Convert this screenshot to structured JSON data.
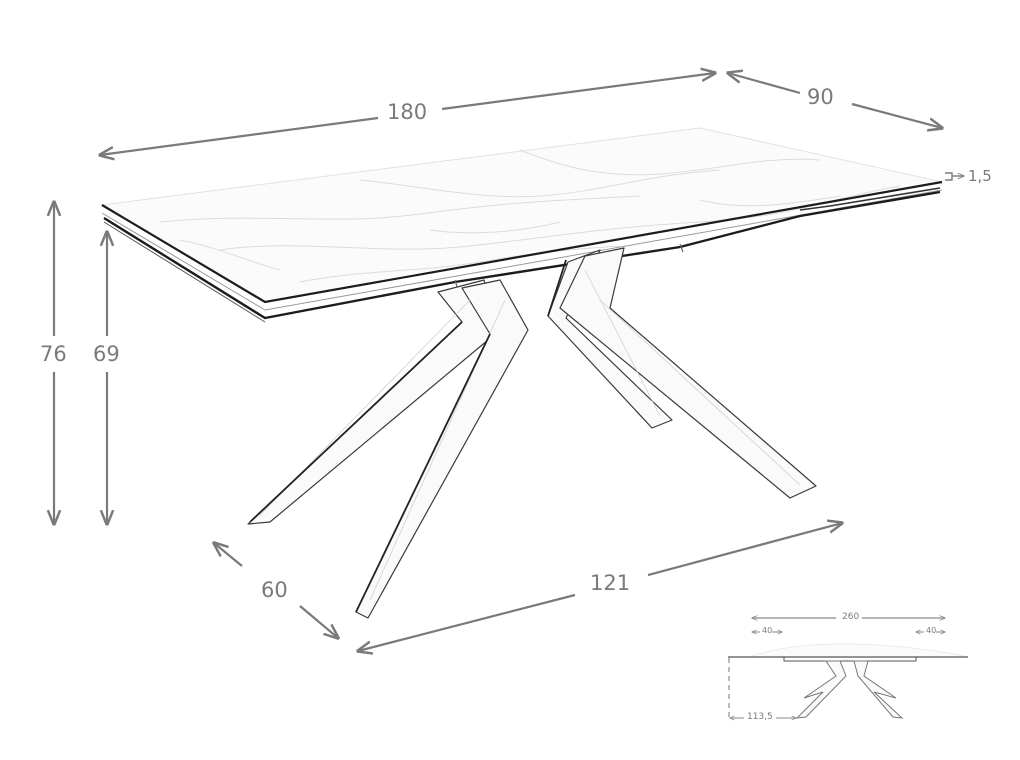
{
  "diagram": {
    "subject": "Extendable dining table with ceramic marble-effect top and angled metal legs",
    "line_color": "#7a7a7a",
    "edge_color": "#222222",
    "main_view": {
      "dimensions": {
        "length": "180",
        "width": "90",
        "top_thickness": "1,5",
        "total_height": "76",
        "clearance_height": "69",
        "leg_depth": "60",
        "leg_span": "121"
      }
    },
    "extended_view": {
      "dimensions": {
        "extended_length": "260",
        "extension_left": "40",
        "extension_right": "40",
        "leg_offset": "113,5"
      }
    }
  }
}
